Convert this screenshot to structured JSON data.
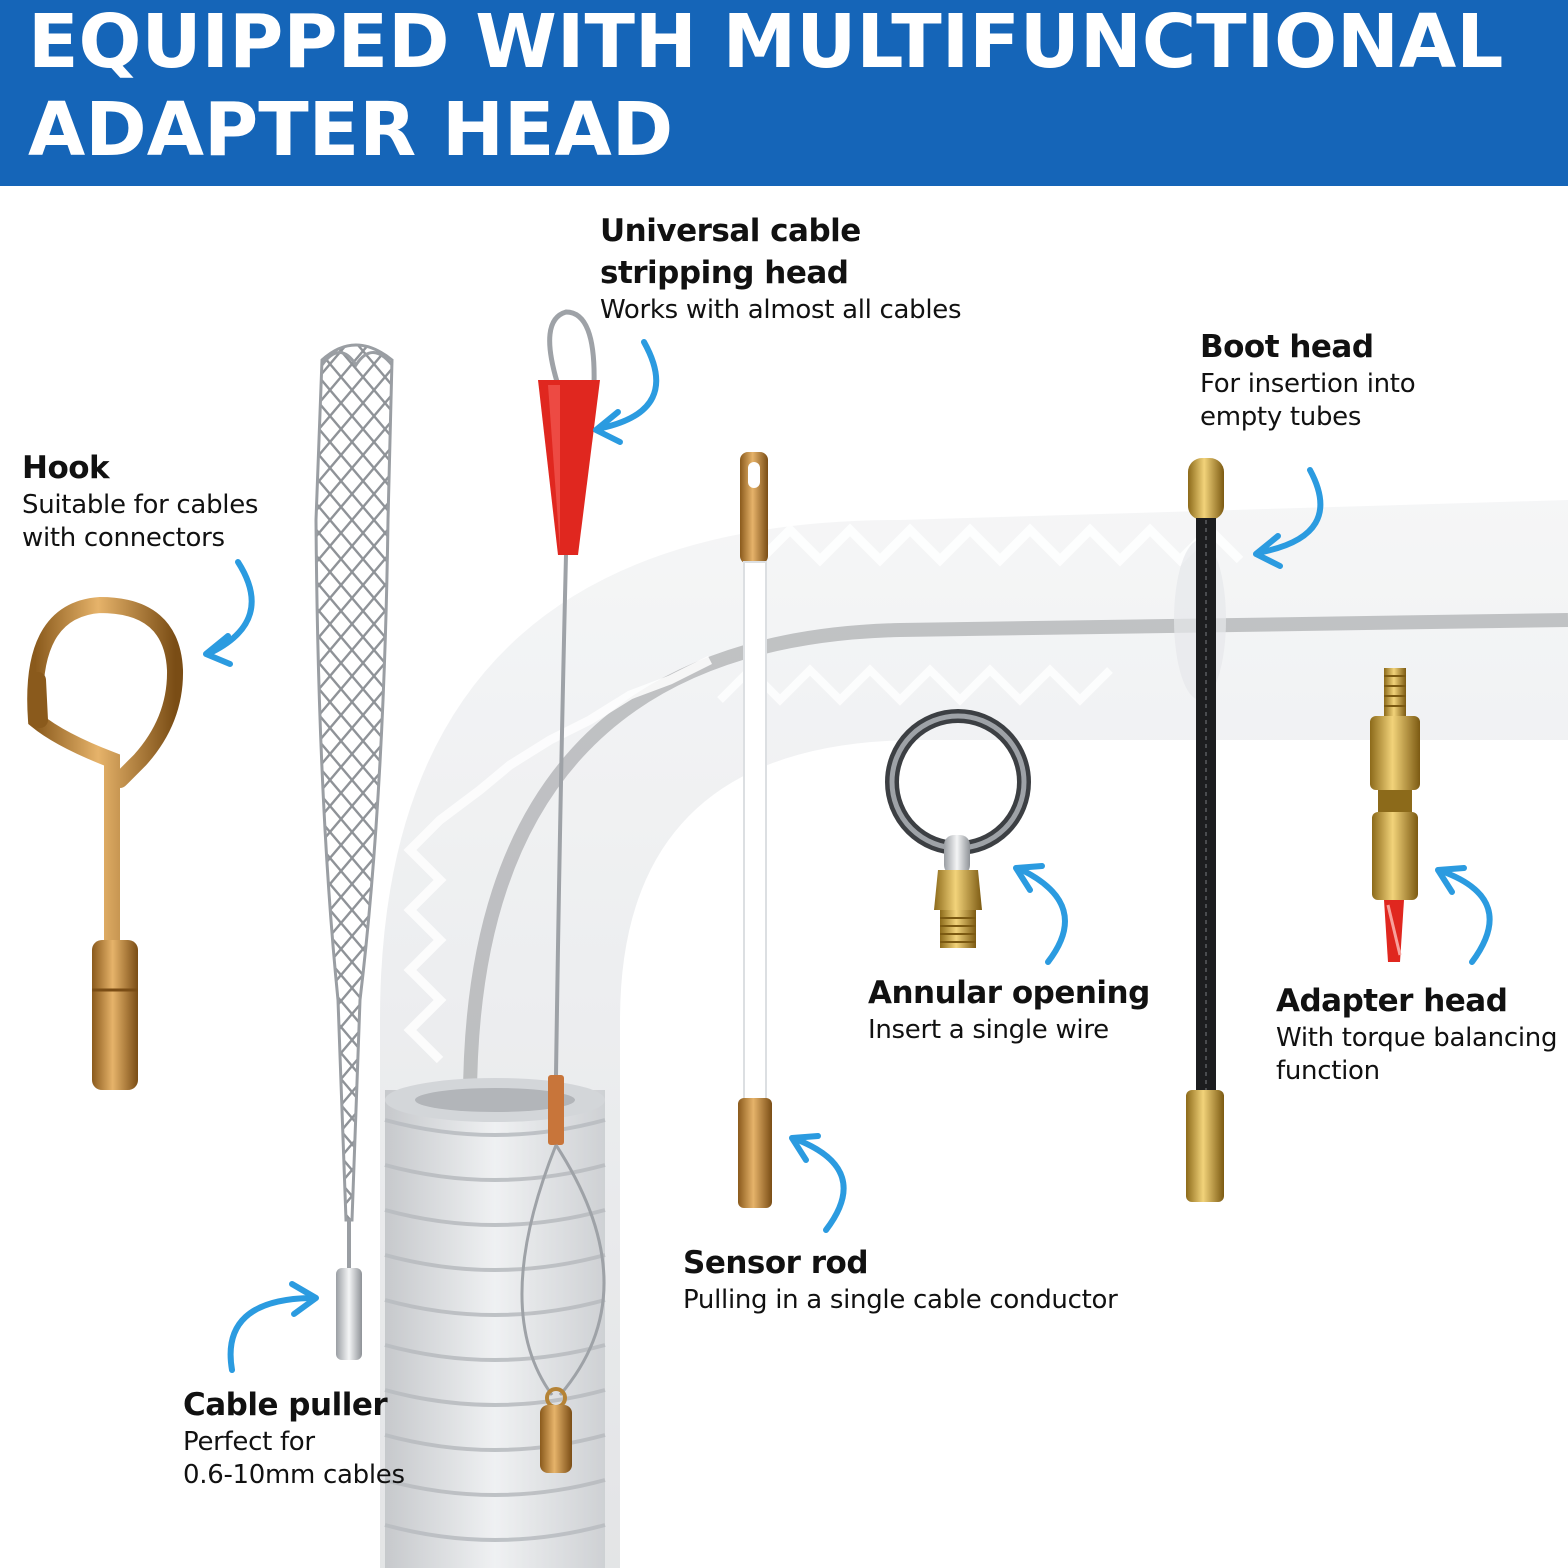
{
  "banner": {
    "line1": "EQUIPPED WITH MULTIFUNCTIONAL",
    "line2": "ADAPTER HEAD",
    "background": "#1565b8",
    "text_color": "#ffffff"
  },
  "accent_arrow_color": "#2b9be0",
  "callouts": {
    "hook": {
      "title": "Hook",
      "desc1": "Suitable for cables",
      "desc2": "with connectors"
    },
    "stripping": {
      "title1": "Universal cable",
      "title2": "stripping head",
      "desc1": "Works with almost all cables"
    },
    "boot": {
      "title": "Boot head",
      "desc1": "For insertion into",
      "desc2": "empty tubes"
    },
    "annular": {
      "title": "Annular opening",
      "desc1": "Insert a single wire"
    },
    "adapter": {
      "title": "Adapter head",
      "desc1": "With torque balancing",
      "desc2": "function"
    },
    "sensor": {
      "title": "Sensor rod",
      "desc1": "Pulling in a single cable conductor"
    },
    "puller": {
      "title": "Cable puller",
      "desc1": "Perfect for",
      "desc2": "0.6-10mm cables"
    }
  },
  "icons": [
    "hook-icon",
    "cable-stock-icon",
    "stripping-head-icon",
    "sensor-rod-icon",
    "annular-ring-icon",
    "boot-head-icon",
    "adapter-head-icon",
    "conduit-pipe-icon",
    "arrow-icon"
  ]
}
